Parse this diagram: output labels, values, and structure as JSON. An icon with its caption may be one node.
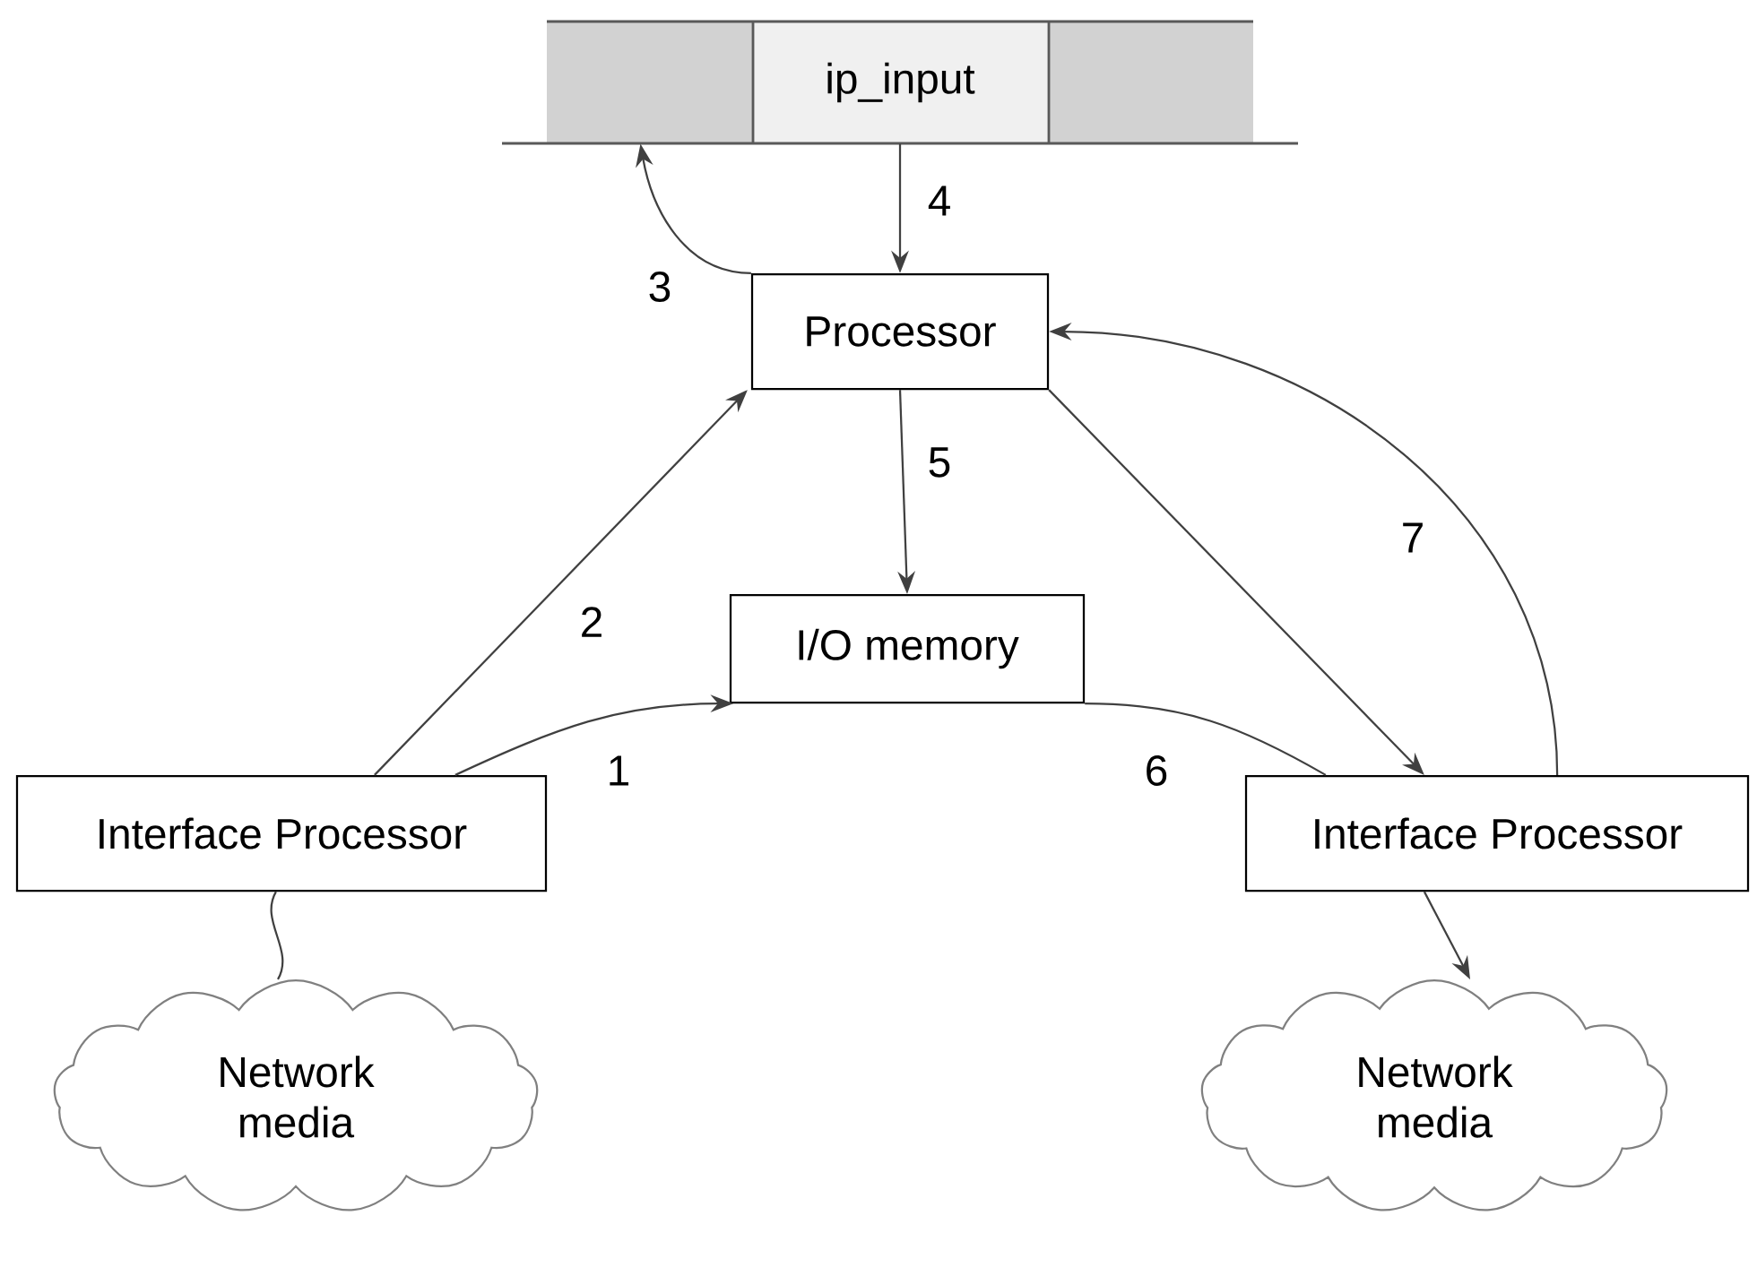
{
  "diagram": {
    "nodes": [
      {
        "text": [
          "ip_input"
        ]
      },
      {
        "text": [
          "Processor"
        ]
      },
      {
        "text": [
          "I/O memory"
        ]
      },
      {
        "text": [
          "Interface Processor"
        ]
      },
      {
        "text": [
          "Interface Processor"
        ]
      },
      {
        "text": [
          "Network media"
        ]
      },
      {
        "text": [
          "Network media"
        ]
      }
    ],
    "edges": [
      {
        "from": 3,
        "to": 2,
        "arrow": "to",
        "label": "1"
      },
      {
        "from": 3,
        "to": 1,
        "arrow": "to",
        "label": "2"
      },
      {
        "from": 1,
        "to": 0,
        "arrow": "to",
        "label": "3"
      },
      {
        "from": 0,
        "to": 1,
        "arrow": "to",
        "label": "4"
      },
      {
        "from": 1,
        "to": 2,
        "arrow": "to",
        "label": "5"
      },
      {
        "from": 2,
        "to": 4,
        "arrow": "none",
        "label": "6"
      },
      {
        "from": 1,
        "to": 4,
        "arrow": "to"
      },
      {
        "from": 4,
        "to": 1,
        "arrow": "to",
        "label": "7"
      },
      {
        "from": 5,
        "to": 3,
        "arrow": "none"
      },
      {
        "from": 4,
        "to": 6,
        "arrow": "to"
      }
    ]
  }
}
